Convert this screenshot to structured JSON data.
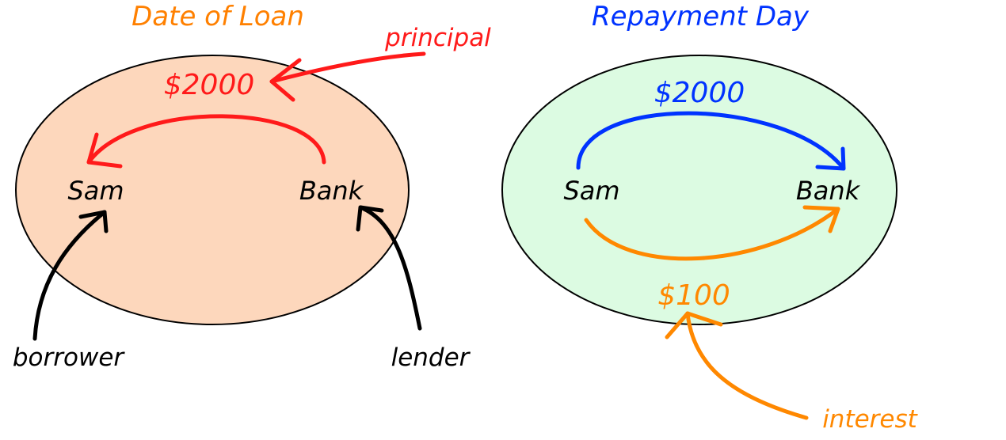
{
  "colors": {
    "loan": "#ff8000",
    "repayment": "#0033ff",
    "principal": "#ff1a1a",
    "interest": "#ff8800",
    "ink": "#000000",
    "loan_fill": "#fdd7bc",
    "repay_fill": "#dcfbe2",
    "outline": "#000000"
  },
  "loan_panel": {
    "title": "Date of Loan",
    "amount": "$2000",
    "borrower_node": "Sam",
    "lender_node": "Bank",
    "borrower_label": "borrower",
    "lender_label": "lender",
    "principal_label": "principal"
  },
  "repayment_panel": {
    "title": "Repayment Day",
    "amount": "$2000",
    "interest_amount": "$100",
    "borrower_node": "Sam",
    "lender_node": "Bank",
    "interest_label": "interest"
  }
}
